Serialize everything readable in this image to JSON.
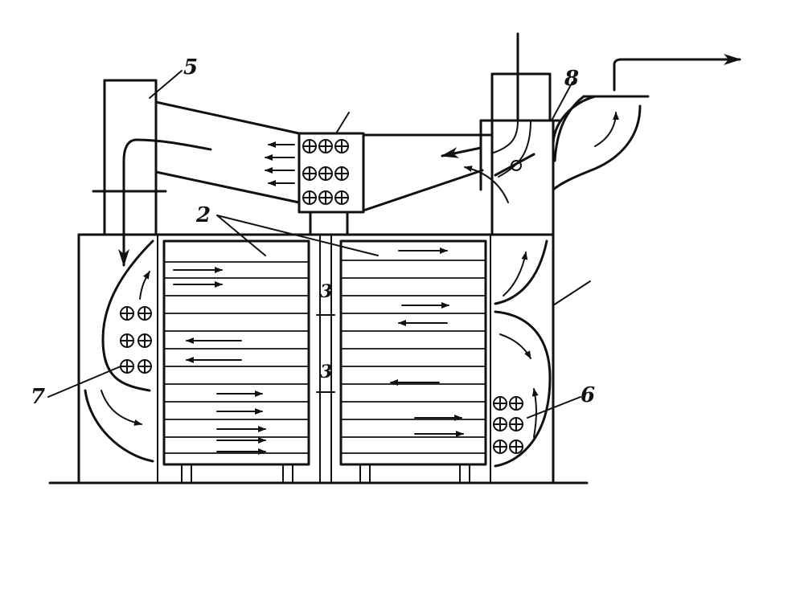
{
  "labels": {
    "l2": "2",
    "l3a": "3",
    "l3b": "3",
    "l5": "5",
    "l6": "6",
    "l7": "7",
    "l8": "8"
  }
}
